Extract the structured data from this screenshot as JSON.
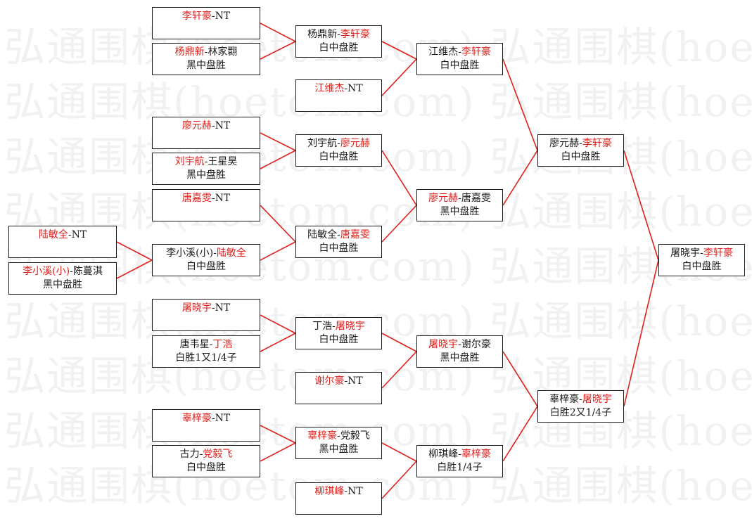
{
  "watermark": "弘通围棋(hoetom.com)",
  "colors": {
    "winner": "#e0201c",
    "text": "#1a1a1a",
    "connector": "#e0201c",
    "border": "#1a1a1a"
  },
  "boxes": [
    {
      "id": "p0",
      "a": "陆敏全",
      "b": "NT",
      "w": "a",
      "r": ""
    },
    {
      "id": "p1",
      "a": "李小溪(小)",
      "b": "陈蔓淇",
      "w": "a",
      "r": "黑中盘胜"
    },
    {
      "id": "r1_1",
      "a": "李轩豪",
      "b": "NT",
      "w": "a",
      "r": ""
    },
    {
      "id": "r1_2",
      "a": "杨鼎新",
      "b": "林家翾",
      "w": "a",
      "r": "黑中盘胜"
    },
    {
      "id": "r1_3",
      "a": "廖元赫",
      "b": "NT",
      "w": "a",
      "r": ""
    },
    {
      "id": "r1_4",
      "a": "刘宇航",
      "b": "王星昊",
      "w": "a",
      "r": "黑中盘胜"
    },
    {
      "id": "r1_5",
      "a": "唐嘉雯",
      "b": "NT",
      "w": "a",
      "r": ""
    },
    {
      "id": "r1_6",
      "a": "李小溪(小)",
      "b": "陆敏全",
      "w": "b",
      "r": "白中盘胜"
    },
    {
      "id": "r1_7",
      "a": "屠晓宇",
      "b": "NT",
      "w": "a",
      "r": ""
    },
    {
      "id": "r1_8",
      "a": "唐韦星",
      "b": "丁浩",
      "w": "b",
      "r": "白胜1又1/4子"
    },
    {
      "id": "r1_9",
      "a": "辜梓豪",
      "b": "NT",
      "w": "a",
      "r": ""
    },
    {
      "id": "r1_10",
      "a": "古力",
      "b": "党毅飞",
      "w": "b",
      "r": "白中盘胜"
    },
    {
      "id": "r2_1",
      "a": "杨鼎新",
      "b": "李轩豪",
      "w": "b",
      "r": "白中盘胜"
    },
    {
      "id": "r2_2",
      "a": "江维杰",
      "b": "NT",
      "w": "a",
      "r": ""
    },
    {
      "id": "r2_3",
      "a": "刘宇航",
      "b": "廖元赫",
      "w": "b",
      "r": "白中盘胜"
    },
    {
      "id": "r2_4",
      "a": "陆敏全",
      "b": "唐嘉雯",
      "w": "b",
      "r": "白中盘胜"
    },
    {
      "id": "r2_5",
      "a": "丁浩",
      "b": "屠晓宇",
      "w": "b",
      "r": "白中盘胜"
    },
    {
      "id": "r2_6",
      "a": "谢尔豪",
      "b": "NT",
      "w": "a",
      "r": ""
    },
    {
      "id": "r2_7",
      "a": "辜梓豪",
      "b": "党毅飞",
      "w": "a",
      "r": "黑中盘胜"
    },
    {
      "id": "r2_8",
      "a": "柳琪峰",
      "b": "NT",
      "w": "a",
      "r": ""
    },
    {
      "id": "r3_1",
      "a": "江维杰",
      "b": "李轩豪",
      "w": "b",
      "r": "白中盘胜"
    },
    {
      "id": "r3_2",
      "a": "廖元赫",
      "b": "唐嘉雯",
      "w": "a",
      "r": "黑中盘胜"
    },
    {
      "id": "r3_3",
      "a": "屠晓宇",
      "b": "谢尔豪",
      "w": "a",
      "r": "黑中盘胜"
    },
    {
      "id": "r3_4",
      "a": "柳琪峰",
      "b": "辜梓豪",
      "w": "b",
      "r": "白胜1/4子"
    },
    {
      "id": "r4_1",
      "a": "廖元赫",
      "b": "李轩豪",
      "w": "b",
      "r": "白中盘胜"
    },
    {
      "id": "r4_2",
      "a": "辜梓豪",
      "b": "屠晓宇",
      "w": "b",
      "r": "白胜2又1/4子"
    },
    {
      "id": "final",
      "a": "屠晓宇",
      "b": "李轩豪",
      "w": "b",
      "r": "白中盘胜"
    }
  ]
}
